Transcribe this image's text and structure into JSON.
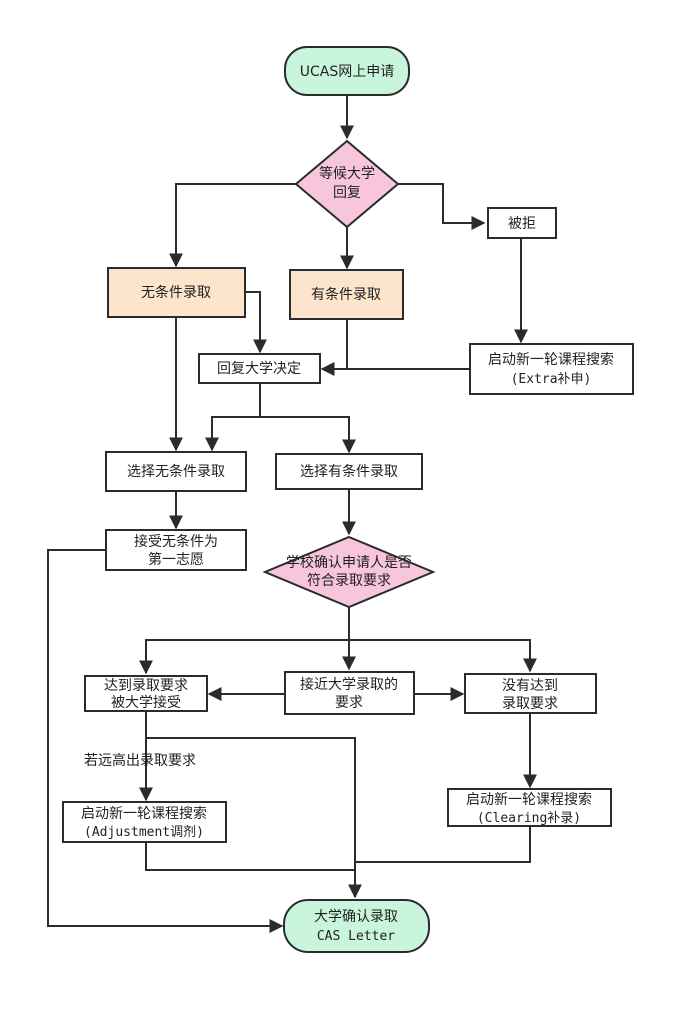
{
  "colors": {
    "terminal_fill": "#c8f5dc",
    "decision_fill": "#f7c6dc",
    "offer_fill": "#fde4cc",
    "process_fill": "#ffffff",
    "stroke": "#2b2b2b"
  },
  "nodes": {
    "start": {
      "line1": "UCAS网上申请"
    },
    "wait": {
      "line1": "等候大学",
      "line2": "回复"
    },
    "rejected": {
      "line1": "被拒"
    },
    "unconditional": {
      "line1": "无条件录取"
    },
    "conditional": {
      "line1": "有条件录取"
    },
    "reply": {
      "line1": "回复大学决定"
    },
    "extra": {
      "line1": "启动新一轮课程搜索",
      "line2": "(Extra补申)"
    },
    "choose_uncond": {
      "line1": "选择无条件录取"
    },
    "choose_cond": {
      "line1": "选择有条件录取"
    },
    "accept_first": {
      "line1": "接受无条件为",
      "line2": "第一志愿"
    },
    "check": {
      "line1": "学校确认申请人是否",
      "line2": "符合录取要求"
    },
    "met": {
      "line1": "达到录取要求",
      "line2": "被大学接受"
    },
    "near": {
      "line1": "接近大学录取的",
      "line2": "要求"
    },
    "not_met": {
      "line1": "没有达到",
      "line2": "录取要求"
    },
    "adjust": {
      "line1": "启动新一轮课程搜索",
      "line2": "(Adjustment调剂)"
    },
    "clearing": {
      "line1": "启动新一轮课程搜索",
      "line2": "(Clearing补录)"
    },
    "end": {
      "line1": "大学确认录取",
      "line2": "CAS Letter"
    }
  },
  "edge_labels": {
    "exceed": "若远高出录取要求"
  }
}
